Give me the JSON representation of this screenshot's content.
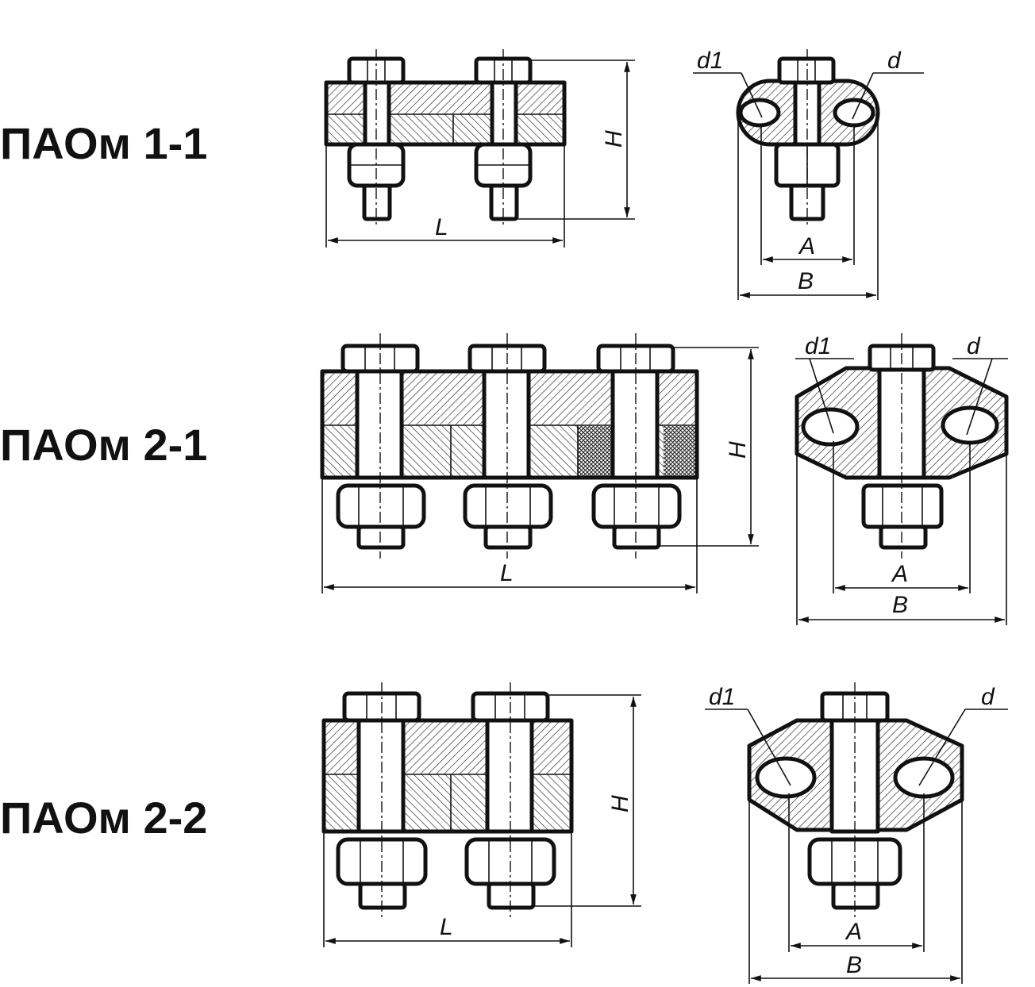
{
  "rows": [
    {
      "model": "ПАОм 1-1",
      "side_view": {
        "bolts": 2,
        "length_label": "L",
        "height_label": "H"
      },
      "end_view": {
        "d1_label": "d1",
        "d_label": "d",
        "a_label": "A",
        "b_label": "B"
      }
    },
    {
      "model": "ПАОм 2-1",
      "side_view": {
        "bolts": 3,
        "length_label": "L",
        "height_label": "H"
      },
      "end_view": {
        "d1_label": "d1",
        "d_label": "d",
        "a_label": "A",
        "b_label": "B"
      }
    },
    {
      "model": "ПАОм 2-2",
      "side_view": {
        "bolts": 2,
        "length_label": "L",
        "height_label": "H"
      },
      "end_view": {
        "d1_label": "d1",
        "d_label": "d",
        "a_label": "A",
        "b_label": "B"
      }
    }
  ]
}
